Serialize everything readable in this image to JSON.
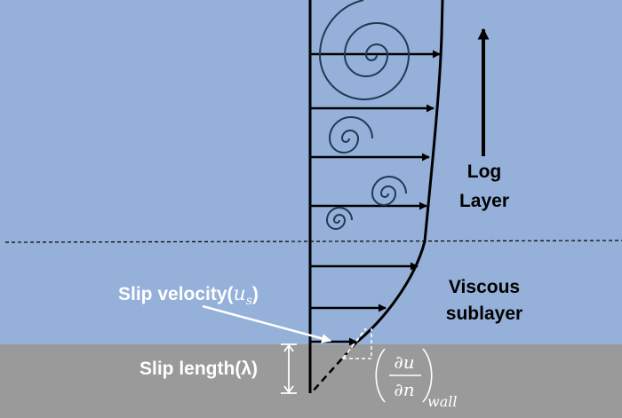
{
  "colors": {
    "fluid": "#95b0d9",
    "wall": "#9a9a9a",
    "ink": "#000000",
    "eddy": "#1f3a52",
    "label_light": "#ffffff"
  },
  "labels": {
    "log_layer_line1": "Log",
    "log_layer_line2": "Layer",
    "viscous_line1": "Viscous",
    "viscous_line2": "sublayer",
    "slip_velocity_prefix": "Slip velocity(",
    "slip_velocity_symbol": "u",
    "slip_velocity_sub": "s",
    "slip_velocity_suffix": ")",
    "slip_length": "Slip length(λ)",
    "gradient_num": "∂u",
    "gradient_den": "∂n",
    "gradient_sub": "wall"
  }
}
